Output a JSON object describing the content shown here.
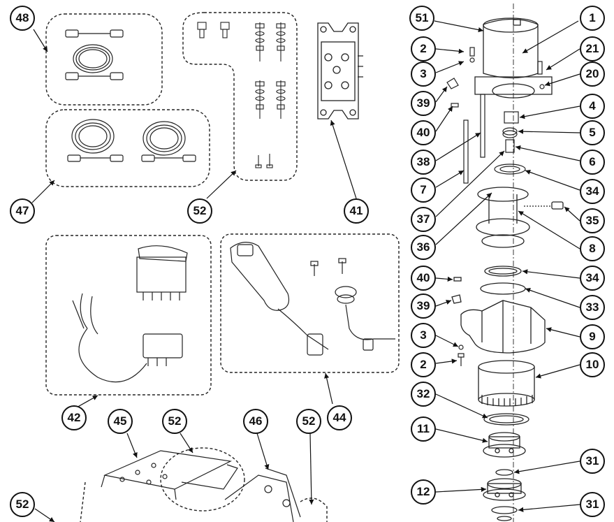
{
  "diagram": {
    "callouts": [
      {
        "id": "c48-top",
        "label": "48"
      },
      {
        "id": "c47",
        "label": "47"
      },
      {
        "id": "c52-a",
        "label": "52"
      },
      {
        "id": "c41",
        "label": "41"
      },
      {
        "id": "c42",
        "label": "42"
      },
      {
        "id": "c44",
        "label": "44"
      },
      {
        "id": "c45",
        "label": "45"
      },
      {
        "id": "c52-b",
        "label": "52"
      },
      {
        "id": "c46",
        "label": "46"
      },
      {
        "id": "c52-c",
        "label": "52"
      },
      {
        "id": "c52-d",
        "label": "52"
      },
      {
        "id": "c51",
        "label": "51"
      },
      {
        "id": "c1",
        "label": "1"
      },
      {
        "id": "c2-a",
        "label": "2"
      },
      {
        "id": "c21",
        "label": "21"
      },
      {
        "id": "c3-a",
        "label": "3"
      },
      {
        "id": "c20",
        "label": "20"
      },
      {
        "id": "c39-a",
        "label": "39"
      },
      {
        "id": "c4",
        "label": "4"
      },
      {
        "id": "c40-a",
        "label": "40"
      },
      {
        "id": "c5",
        "label": "5"
      },
      {
        "id": "c38",
        "label": "38"
      },
      {
        "id": "c6",
        "label": "6"
      },
      {
        "id": "c7",
        "label": "7"
      },
      {
        "id": "c34-a",
        "label": "34"
      },
      {
        "id": "c35",
        "label": "35"
      },
      {
        "id": "c37",
        "label": "37"
      },
      {
        "id": "c36",
        "label": "36"
      },
      {
        "id": "c8",
        "label": "8"
      },
      {
        "id": "c40-b",
        "label": "40"
      },
      {
        "id": "c34-b",
        "label": "34"
      },
      {
        "id": "c39-b",
        "label": "39"
      },
      {
        "id": "c33",
        "label": "33"
      },
      {
        "id": "c3-b",
        "label": "3"
      },
      {
        "id": "c9",
        "label": "9"
      },
      {
        "id": "c2-b",
        "label": "2"
      },
      {
        "id": "c10",
        "label": "10"
      },
      {
        "id": "c32",
        "label": "32"
      },
      {
        "id": "c11",
        "label": "11"
      },
      {
        "id": "c31-a",
        "label": "31"
      },
      {
        "id": "c12",
        "label": "12"
      },
      {
        "id": "c31-b",
        "label": "31"
      }
    ]
  }
}
